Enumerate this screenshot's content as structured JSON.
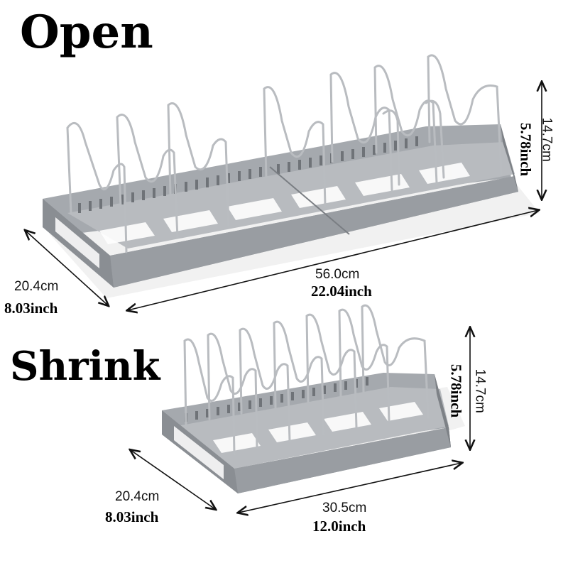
{
  "open": {
    "title": "Open",
    "depth_cm": "20.4cm",
    "depth_inch": "8.03inch",
    "length_cm": "56.0cm",
    "length_inch": "22.04inch",
    "height_cm": "14.7cm",
    "height_inch": "5.78inch"
  },
  "shrink": {
    "title": "Shrink",
    "depth_cm": "20.4cm",
    "depth_inch": "8.03inch",
    "length_cm": "30.5cm",
    "length_inch": "12.0inch",
    "height_cm": "14.7cm",
    "height_inch": "5.78inch"
  },
  "colors": {
    "tray": "#9a9ea3",
    "tray_dark": "#6f7378",
    "tray_light": "#c4c7ca",
    "wire": "#b9bcc0",
    "arrow": "#111111"
  }
}
